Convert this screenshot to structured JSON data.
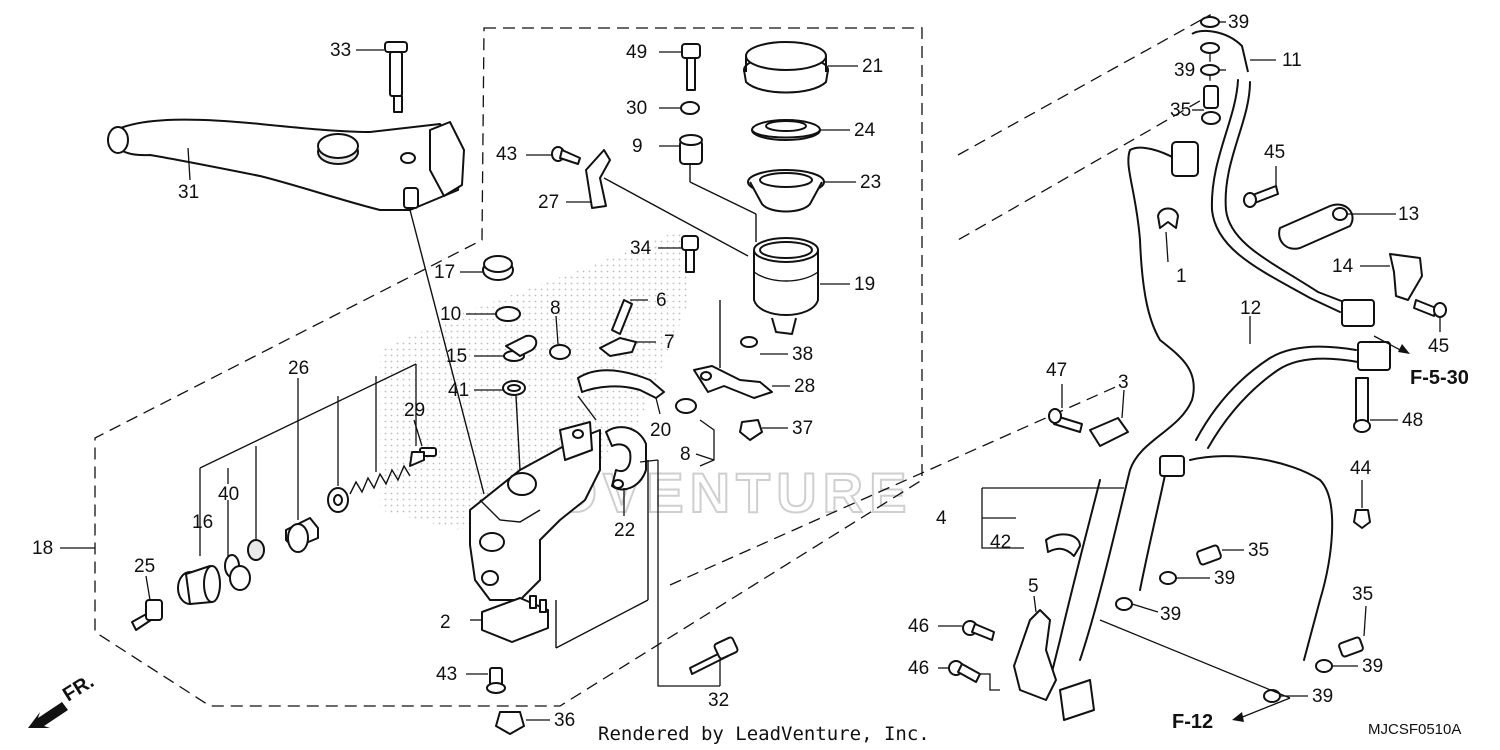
{
  "diagram": {
    "code": "MJCSF0510A",
    "credit": "Rendered by LeadVenture, Inc.",
    "watermark": "ADVENTURE",
    "direction_label": "FR.",
    "refs": {
      "f530": "F-5-30",
      "f12": "F-12"
    },
    "callouts": {
      "c1": "1",
      "c2": "2",
      "c3": "3",
      "c4": "4",
      "c5": "5",
      "c6": "6",
      "c7": "7",
      "c8a": "8",
      "c8b": "8",
      "c9": "9",
      "c10": "10",
      "c11": "11",
      "c12": "12",
      "c13": "13",
      "c14": "14",
      "c15": "15",
      "c16": "16",
      "c17": "17",
      "c18": "18",
      "c19": "19",
      "c20": "20",
      "c21": "21",
      "c22": "22",
      "c23": "23",
      "c24": "24",
      "c25": "25",
      "c26": "26",
      "c27": "27",
      "c28": "28",
      "c29": "29",
      "c30": "30",
      "c31": "31",
      "c32": "32",
      "c33": "33",
      "c34": "34",
      "c35a": "35",
      "c35b": "35",
      "c35c": "35",
      "c36": "36",
      "c37": "37",
      "c38": "38",
      "c39a": "39",
      "c39b": "39",
      "c39c": "39",
      "c39d": "39",
      "c39e": "39",
      "c39f": "39",
      "c40": "40",
      "c41": "41",
      "c42": "42",
      "c43a": "43",
      "c43b": "43",
      "c44": "44",
      "c45a": "45",
      "c45b": "45",
      "c46a": "46",
      "c46b": "46",
      "c47": "47",
      "c48": "48",
      "c49": "49"
    }
  }
}
